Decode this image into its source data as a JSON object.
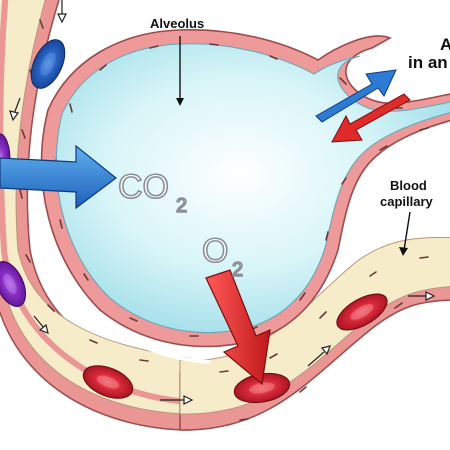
{
  "labels": {
    "alveolus": "Alveolus",
    "air_line1": "A",
    "air_line2": "in an",
    "blood_line1": "Blood",
    "blood_line2": "capillary"
  },
  "gases": {
    "co2_main": "CO",
    "co2_sub": "2",
    "o2_main": "O",
    "o2_sub": "2"
  },
  "colors": {
    "alveolus_fill": "#c4eef4",
    "alveolus_wall": "#ee9a9a",
    "plasma": "#f6ecc9",
    "vessel_wall": "#ea9694",
    "co2_arrow": "#2e7bd6",
    "o2_arrow": "#e02b2b",
    "oxygenated_cell": "#d92a3a",
    "deoxygenated_cell_purple": "#8a2fc4",
    "deoxygenated_cell_blue": "#2a63c4"
  }
}
